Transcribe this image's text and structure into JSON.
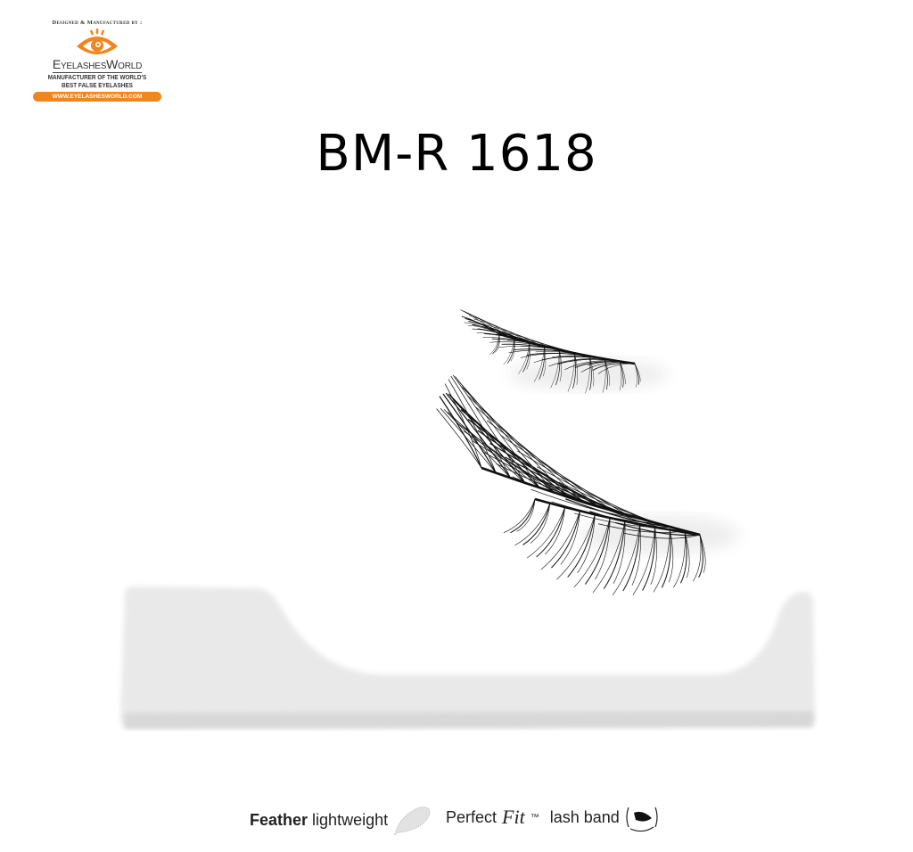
{
  "logo": {
    "tagline": "Designed & Manufactured by :",
    "brand": "EyelashesWorld",
    "subtitle_line1": "MANUFACTURER OF THE WORLD'S",
    "subtitle_line2": "BEST FALSE EYELASHES",
    "url": "WWW.EYELASHESWORLD.COM",
    "accent": "#f0861e"
  },
  "product": {
    "code": "BM-R 1618"
  },
  "features": {
    "feather_bold": "Feather",
    "feather_rest": "lightweight",
    "perfect": "Perfect",
    "fit": "Fit",
    "tm": "™",
    "lash_band": "lash band"
  }
}
